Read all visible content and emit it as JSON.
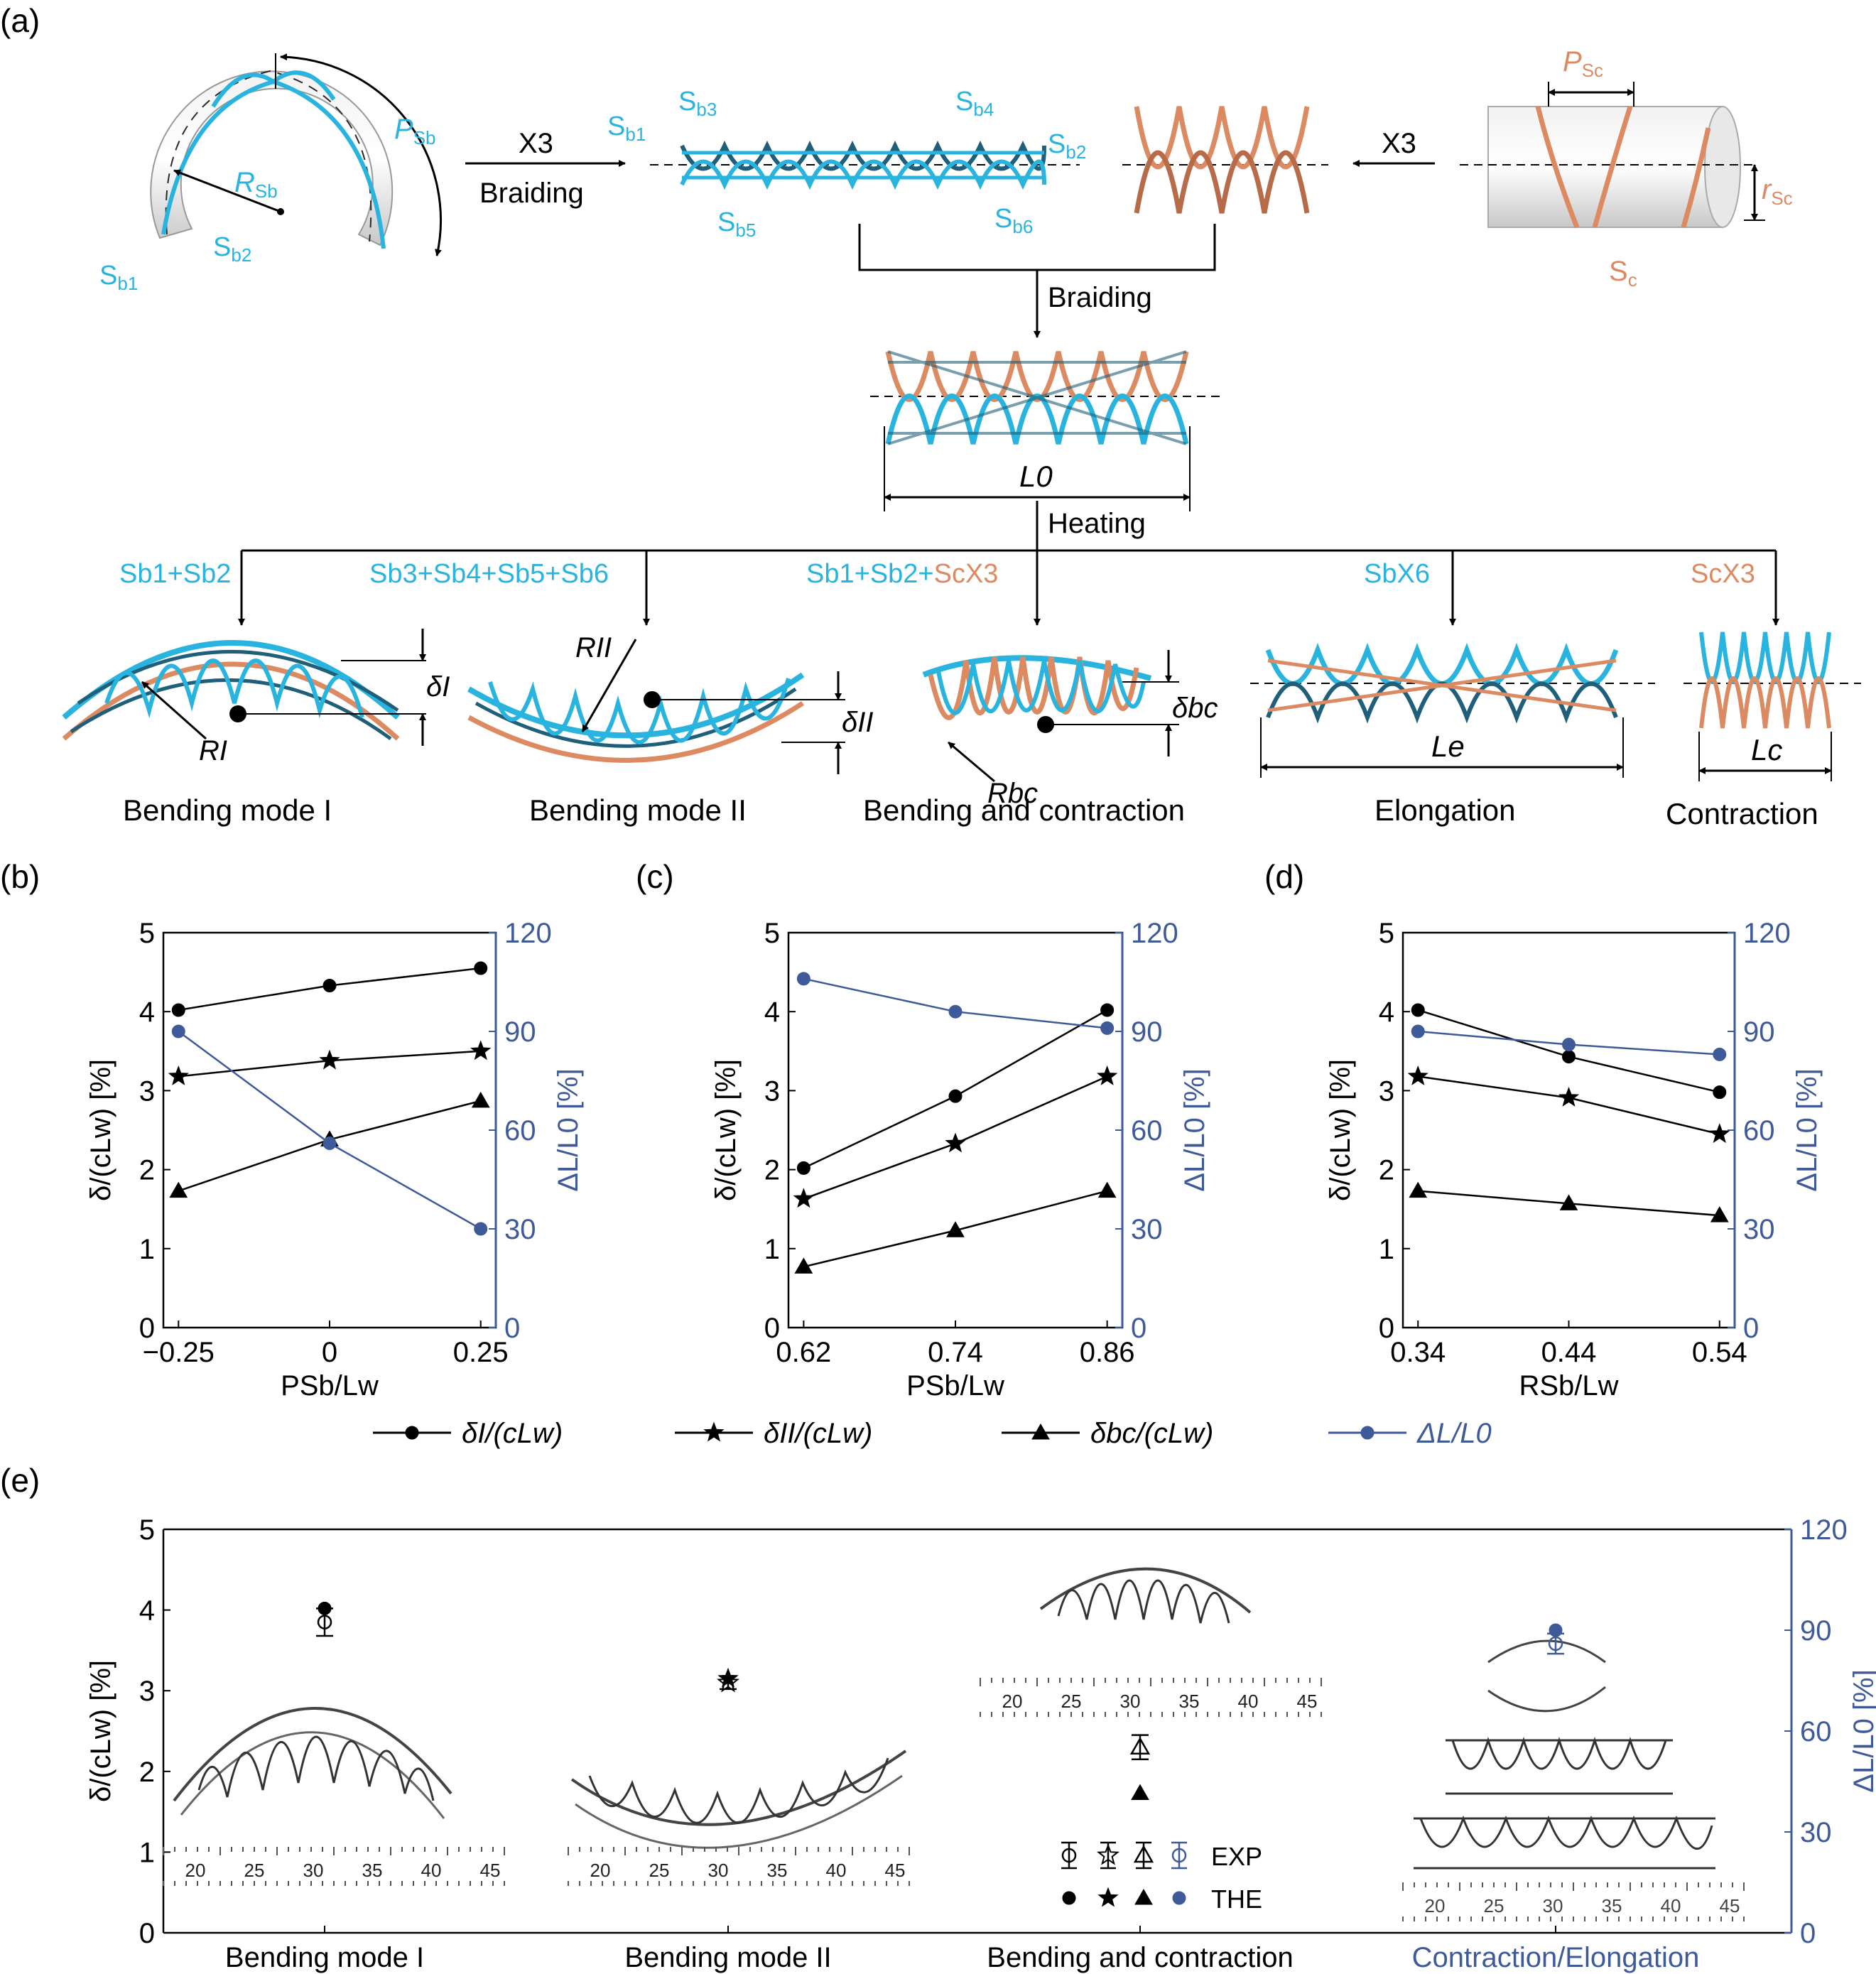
{
  "colors": {
    "blue": "#29b4df",
    "darkblue": "#1f5f7a",
    "copper": "#dc8a62",
    "axis_right": "#3f5a99",
    "black": "#000000",
    "gray": "#555555"
  },
  "panel_a": {
    "label": "(a)",
    "x3_left": "X3",
    "braiding_left": "Braiding",
    "x3_right": "X3",
    "braiding_mid": "Braiding",
    "heating": "Heating",
    "L0": "L0",
    "R_Sb": "RSb",
    "P_Sb": "PSb",
    "P_Sc": "PSc",
    "r_Sc": "rSc",
    "S_c": "Sc",
    "strand_labels": [
      "Sb1",
      "Sb2",
      "Sb3",
      "Sb4",
      "Sb5",
      "Sb6"
    ],
    "branches": [
      {
        "label": "Sb1+Sb2",
        "title": "Bending mode I",
        "dim": "δI",
        "radius": "RI"
      },
      {
        "label": "Sb3+Sb4+Sb5+Sb6",
        "title": "Bending mode II",
        "dim": "δII",
        "radius": "RII"
      },
      {
        "label_blue": "Sb1+Sb2+",
        "label_copper": "ScX3",
        "title": "Bending and contraction",
        "dim": "δbc",
        "radius": "Rbc"
      },
      {
        "label": "SbX6",
        "title": "Elongation",
        "dim": "Le"
      },
      {
        "label": "ScX3",
        "title": "Contraction",
        "dim": "Lc"
      }
    ]
  },
  "legend": [
    {
      "marker": "circle",
      "label": "δI/(cLw)",
      "color": "#000000"
    },
    {
      "marker": "star",
      "label": "δII/(cLw)",
      "color": "#000000"
    },
    {
      "marker": "triangle",
      "label": "δbc/(cLw)",
      "color": "#000000"
    },
    {
      "marker": "circle",
      "label": "ΔL/L0",
      "color": "#3f5a99"
    }
  ],
  "chart_data": [
    {
      "panel": "(b)",
      "type": "line",
      "xlabel": "PSb/Lw",
      "ylabel": "δ/(cLw) [%]",
      "y2label": "ΔL/L0 [%]",
      "x": [
        -0.25,
        0,
        0.25
      ],
      "xticks": [
        "−0.25",
        "0",
        "0.25"
      ],
      "xlim": [
        -0.275,
        0.275
      ],
      "ylim": [
        0,
        5
      ],
      "y2lim": [
        0,
        120
      ],
      "series": [
        {
          "name": "δI/(cLw)",
          "marker": "circle",
          "axis": "left",
          "values": [
            4.02,
            4.33,
            4.55
          ]
        },
        {
          "name": "δII/(cLw)",
          "marker": "star",
          "axis": "left",
          "values": [
            3.18,
            3.38,
            3.5
          ]
        },
        {
          "name": "δbc/(cLw)",
          "marker": "triangle",
          "axis": "left",
          "values": [
            1.73,
            2.38,
            2.87
          ]
        },
        {
          "name": "ΔL/L0",
          "marker": "circle",
          "axis": "right",
          "values": [
            90,
            56,
            30
          ]
        }
      ]
    },
    {
      "panel": "(c)",
      "type": "line",
      "xlabel": "PSb/Lw",
      "ylabel": "δ/(cLw) [%]",
      "y2label": "ΔL/L0 [%]",
      "x": [
        0.62,
        0.74,
        0.86
      ],
      "xticks": [
        "0.62",
        "0.74",
        "0.86"
      ],
      "xlim": [
        0.608,
        0.872
      ],
      "ylim": [
        0,
        5
      ],
      "y2lim": [
        0,
        120
      ],
      "series": [
        {
          "name": "δI/(cLw)",
          "marker": "circle",
          "axis": "left",
          "values": [
            2.02,
            2.93,
            4.02
          ]
        },
        {
          "name": "δII/(cLw)",
          "marker": "star",
          "axis": "left",
          "values": [
            1.63,
            2.33,
            3.18
          ]
        },
        {
          "name": "δbc/(cLw)",
          "marker": "triangle",
          "axis": "left",
          "values": [
            0.77,
            1.23,
            1.73
          ]
        },
        {
          "name": "ΔL/L0",
          "marker": "circle",
          "axis": "right",
          "values": [
            106,
            96,
            91
          ]
        }
      ]
    },
    {
      "panel": "(d)",
      "type": "line",
      "xlabel": "RSb/Lw",
      "ylabel": "δ/(cLw) [%]",
      "y2label": "ΔL/L0 [%]",
      "x": [
        0.34,
        0.44,
        0.54
      ],
      "xticks": [
        "0.34",
        "0.44",
        "0.54"
      ],
      "xlim": [
        0.33,
        0.55
      ],
      "ylim": [
        0,
        5
      ],
      "y2lim": [
        0,
        120
      ],
      "series": [
        {
          "name": "δI/(cLw)",
          "marker": "circle",
          "axis": "left",
          "values": [
            4.02,
            3.43,
            2.98
          ]
        },
        {
          "name": "δII/(cLw)",
          "marker": "star",
          "axis": "left",
          "values": [
            3.18,
            2.91,
            2.45
          ]
        },
        {
          "name": "δbc/(cLw)",
          "marker": "triangle",
          "axis": "left",
          "values": [
            1.73,
            1.57,
            1.42
          ]
        },
        {
          "name": "ΔL/L0",
          "marker": "circle",
          "axis": "right",
          "values": [
            90,
            86,
            83
          ]
        }
      ]
    },
    {
      "panel": "(e)",
      "type": "scatter",
      "ylabel": "δ/(cLw) [%]",
      "y2label": "ΔL/L0 [%]",
      "ylim": [
        0,
        5
      ],
      "y2lim": [
        0,
        120
      ],
      "categories": [
        "Bending mode I",
        "Bending mode II",
        "Bending and contraction",
        "Contraction/Elongation"
      ],
      "exp": [
        {
          "category": "Bending mode I",
          "marker": "circle",
          "axis": "left",
          "value": 3.85,
          "error": 0.17
        },
        {
          "category": "Bending mode II",
          "marker": "star",
          "axis": "left",
          "value": 3.1,
          "error": 0.08
        },
        {
          "category": "Bending and contraction",
          "marker": "triangle",
          "axis": "left",
          "value": 2.3,
          "error": 0.15
        },
        {
          "category": "Contraction/Elongation",
          "marker": "circle",
          "axis": "right",
          "value": 86,
          "error": 3
        }
      ],
      "the": [
        {
          "category": "Bending mode I",
          "marker": "circle",
          "axis": "left",
          "value": 4.02
        },
        {
          "category": "Bending mode II",
          "marker": "star",
          "axis": "left",
          "value": 3.15
        },
        {
          "category": "Bending and contraction",
          "marker": "triangle",
          "axis": "left",
          "value": 1.73
        },
        {
          "category": "Contraction/Elongation",
          "marker": "circle",
          "axis": "right",
          "value": 90
        }
      ],
      "legend": {
        "exp": "EXP",
        "the": "THE"
      },
      "ruler_ticks": [
        "20",
        "25",
        "30",
        "35",
        "40",
        "45"
      ]
    }
  ]
}
